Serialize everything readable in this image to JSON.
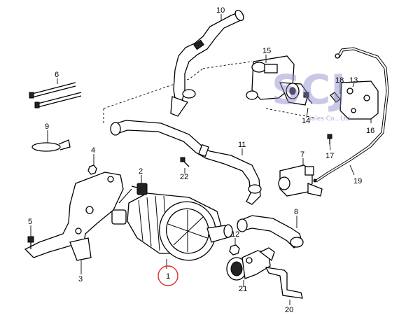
{
  "labels": {
    "c1": "1",
    "c2": "2",
    "c3": "3",
    "c4": "4",
    "c5": "5",
    "c6": "6",
    "c7": "7",
    "c8": "8",
    "c9": "9",
    "c10": "10",
    "c11": "11",
    "c12": "12",
    "c13": "13",
    "c14": "14",
    "c15": "15",
    "c16": "16",
    "c17": "17",
    "c18": "18",
    "c19": "19",
    "c20": "20",
    "c21": "21",
    "c22": "22"
  },
  "watermark": {
    "logo": "SCJ",
    "subtitle": "sales Co., Ltd"
  },
  "colors": {
    "watermark": "#8a86c9",
    "highlight_circle": "#d9302c",
    "line": "#000000"
  },
  "highlighted_part": "1"
}
